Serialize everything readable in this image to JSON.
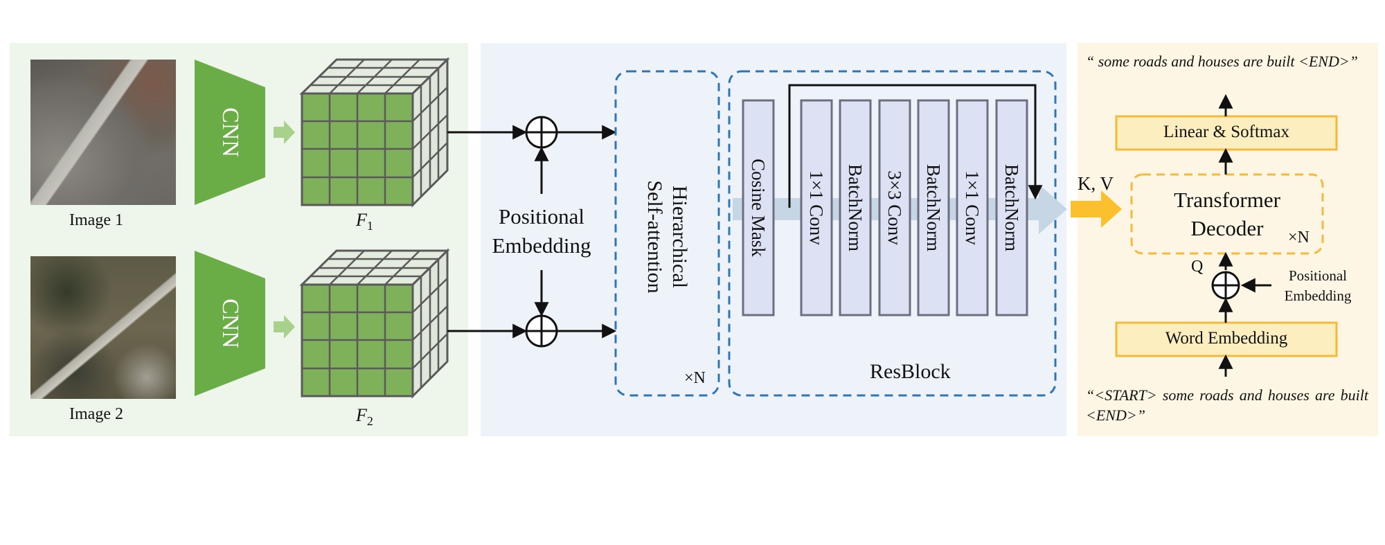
{
  "encoder": {
    "image1_label": "Image 1",
    "image2_label": "Image 2",
    "cnn1_label": "CNN",
    "cnn2_label": "CNN",
    "feature1_label": "F",
    "feature1_sub": "1",
    "feature2_label": "F",
    "feature2_sub": "2"
  },
  "fusion": {
    "positional_line1": "Positional",
    "positional_line2": "Embedding",
    "hsa_line1": "Hierarchical",
    "hsa_line2": "Self-attention",
    "hsa_repeat": "×N",
    "resblock_label": "ResBlock",
    "resblock_layers": [
      "Cosine Mask",
      "1×1 Conv",
      "BatchNorm",
      "3×3 Conv",
      "BatchNorm",
      "1×1 Conv",
      "BatchNorm"
    ]
  },
  "decoder": {
    "kv_label": "K, V",
    "q_label": "Q",
    "transformer_line1": "Transformer",
    "transformer_line2": "Decoder",
    "transformer_repeat": "×N",
    "linear_softmax": "Linear & Softmax",
    "word_embedding": "Word Embedding",
    "pos_line1": "Positional",
    "pos_line2": "Embedding",
    "output_caption": "“ some roads and houses are built <END>”",
    "input_caption": "“<START> some roads and houses are built <END>”"
  },
  "colors": {
    "encoder_bg": "#eef5ea",
    "fusion_bg": "#edf3f9",
    "decoder_bg": "#fdf6e4",
    "cnn_green": "#6aac45",
    "cube_green": "#7fb05a",
    "dashed_blue": "#2e75b6",
    "layer_fill": "#dce2f3",
    "decoder_box_fill": "#fdeec0",
    "decoder_orange": "#f5b93a",
    "arrow_yellow": "#fbc02d"
  }
}
